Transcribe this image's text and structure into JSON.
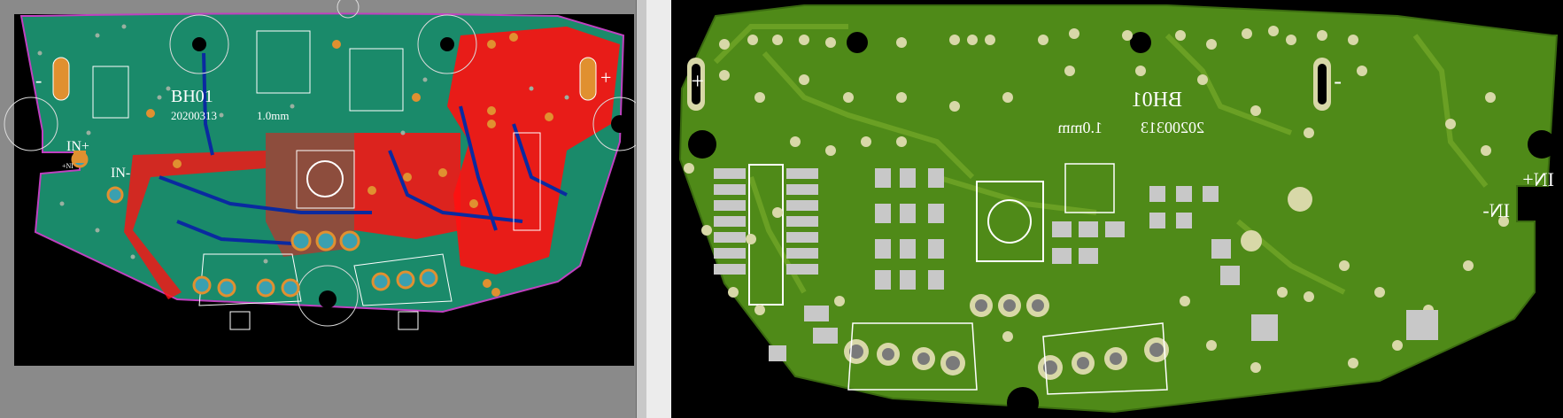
{
  "layout_view": {
    "board_label": "BH01",
    "date_label": "20200313",
    "thickness_label": "1.0mm",
    "input_label_pos": "IN+",
    "input_label_neg": "IN-",
    "input_label_pos_mirror": "+NI",
    "plus_sign": "+",
    "minus_sign": "-"
  },
  "board_view": {
    "board_label": "BH01",
    "date_label": "20200313",
    "thickness_label": "1.0mm",
    "input_label_pos": "IN+",
    "input_label_neg": "IN-",
    "plus_sign": "+",
    "minus_sign": "-"
  },
  "colors": {
    "layout_board": "#1a8a6a",
    "layout_top_copper": "#ff1010",
    "layout_bottom_copper": "#0a2aa0",
    "layout_outline": "#c040c0",
    "board_copper": "#4f8a18",
    "board_trace": "#6aa024",
    "board_pad": "#d8d8a8",
    "background": "#000000",
    "window_gray": "#8a8a8a"
  }
}
